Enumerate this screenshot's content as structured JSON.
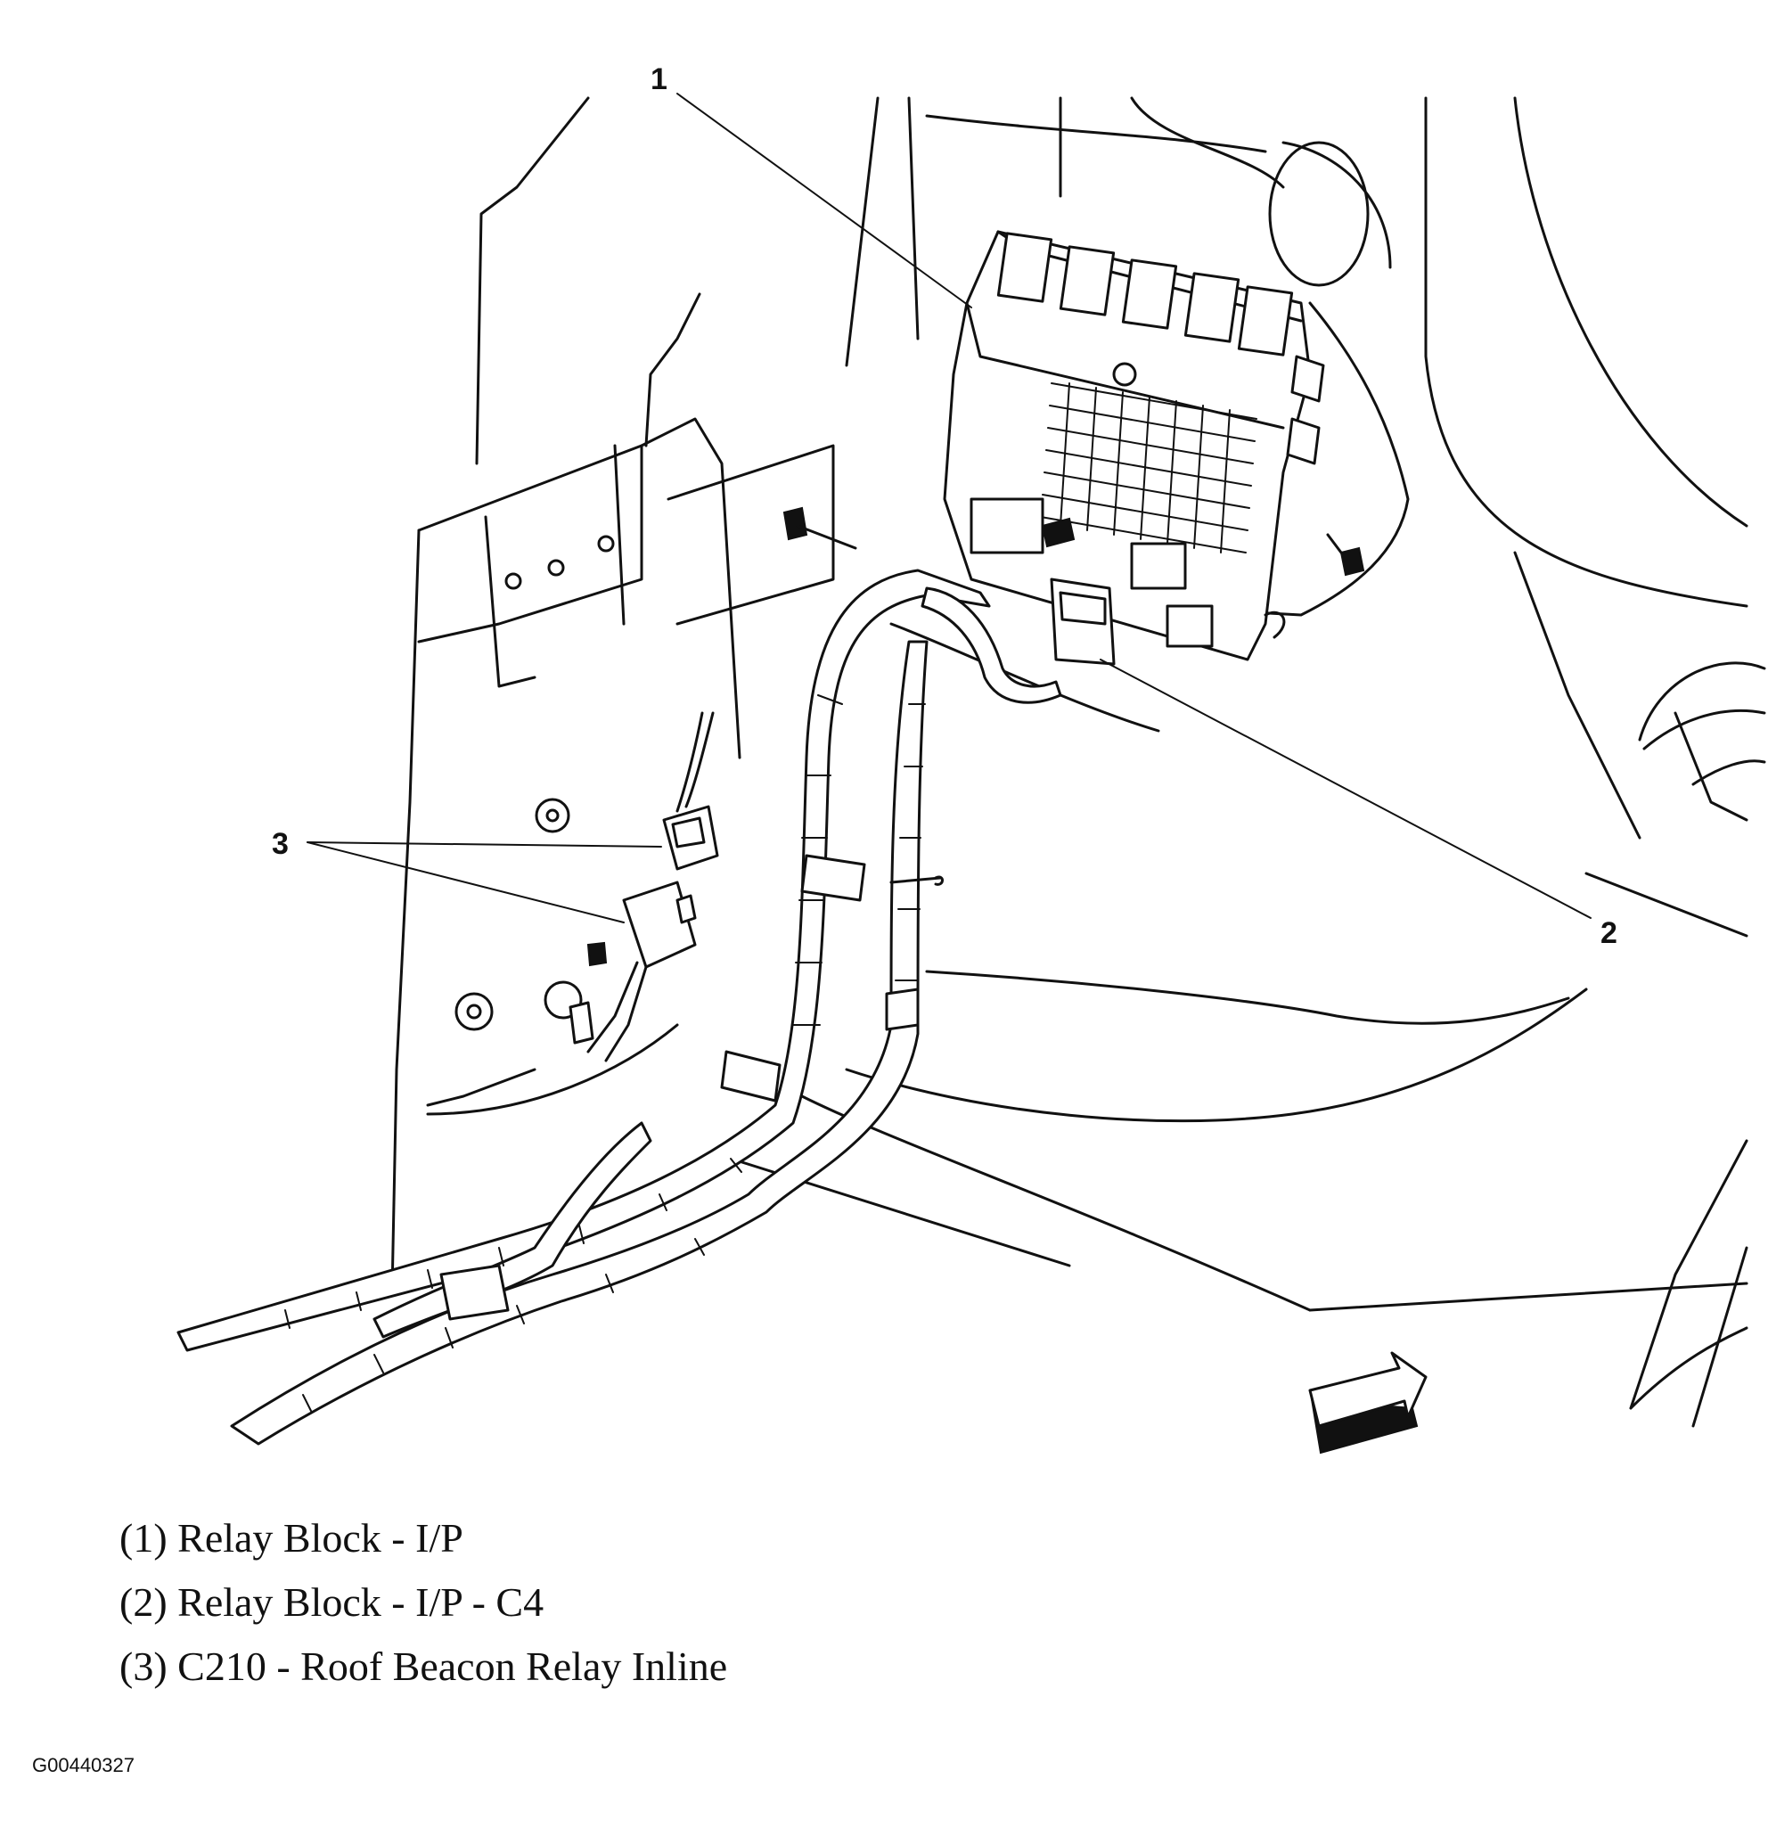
{
  "callouts": [
    {
      "number": "1"
    },
    {
      "number": "2"
    },
    {
      "number": "3"
    }
  ],
  "legend": [
    {
      "text": "(1) Relay Block - I/P"
    },
    {
      "text": "(2) Relay Block - I/P - C4"
    },
    {
      "text": "(3) C210 - Roof Beacon Relay Inline"
    }
  ],
  "figure_id": "G00440327"
}
